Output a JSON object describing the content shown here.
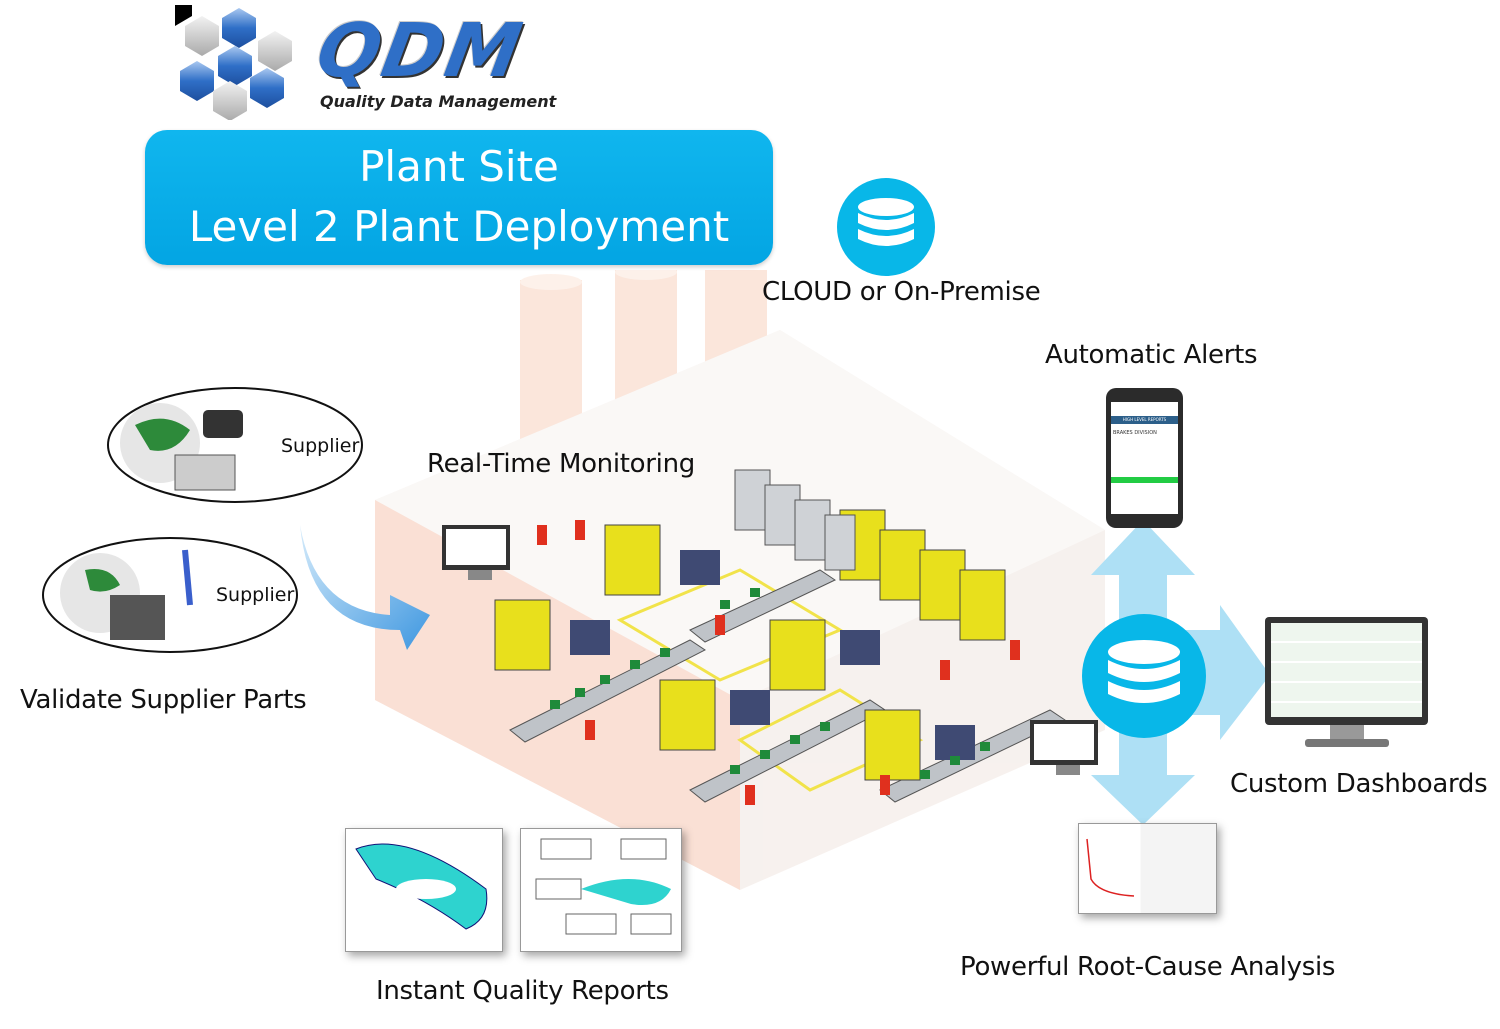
{
  "logo": {
    "name": "QDM",
    "tagline": "Quality Data Management"
  },
  "banner": {
    "line1": "Plant Site",
    "line2": "Level 2 Plant Deployment"
  },
  "labels": {
    "cloud": "CLOUD or On-Premise",
    "alerts": "Automatic Alerts",
    "monitoring": "Real-Time Monitoring",
    "validate": "Validate Supplier Parts",
    "dashboards": "Custom Dashboards",
    "root_cause": "Powerful Root-Cause Analysis",
    "reports": "Instant Quality Reports"
  },
  "suppliers": [
    {
      "label": "Supplier"
    },
    {
      "label": "Supplier"
    }
  ],
  "phone": {
    "header": "HIGH LEVEL REPORTS",
    "division": "BRAKES DIVISION"
  },
  "colors": {
    "accent": "#03a5e3",
    "arrow": "#aee0f5",
    "machine": "#e8e01c",
    "part": "#1f8a3a"
  }
}
